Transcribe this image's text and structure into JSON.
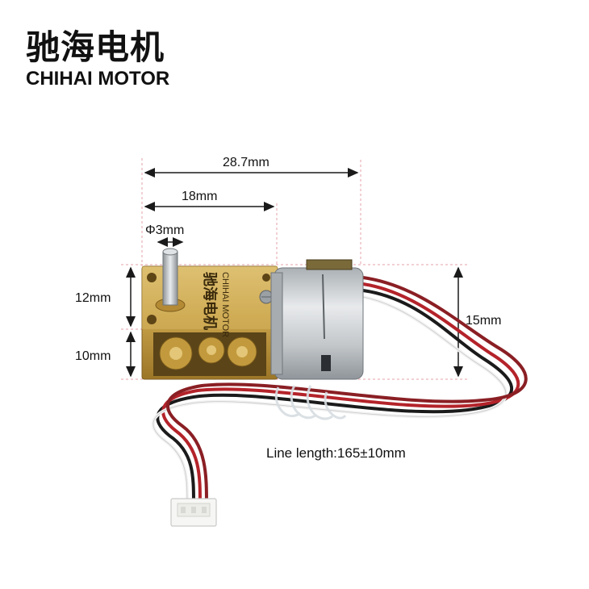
{
  "brand": {
    "name_cn": "驰海电机",
    "name_en": "CHIHAI MOTOR"
  },
  "product": {
    "housing_label_cn": "驰海电机",
    "housing_label_en": "CHIHAI MOTOR"
  },
  "dimensions": {
    "total_length": "28.7mm",
    "gearbox_length": "18mm",
    "shaft_diameter": "Φ3mm",
    "upper_height": "12mm",
    "lower_height": "10mm",
    "motor_diameter": "15mm"
  },
  "caption": "Line length:165±10mm",
  "colors": {
    "brass": "#c9a24a",
    "motor_silver": "#c7c9cb",
    "wire_red": "#b4232a",
    "wire_black": "#1b1b1b",
    "wire_white": "#f2f2f2",
    "dimension_line": "#1a1a1a",
    "guide_pink": "#e6a0a8"
  }
}
